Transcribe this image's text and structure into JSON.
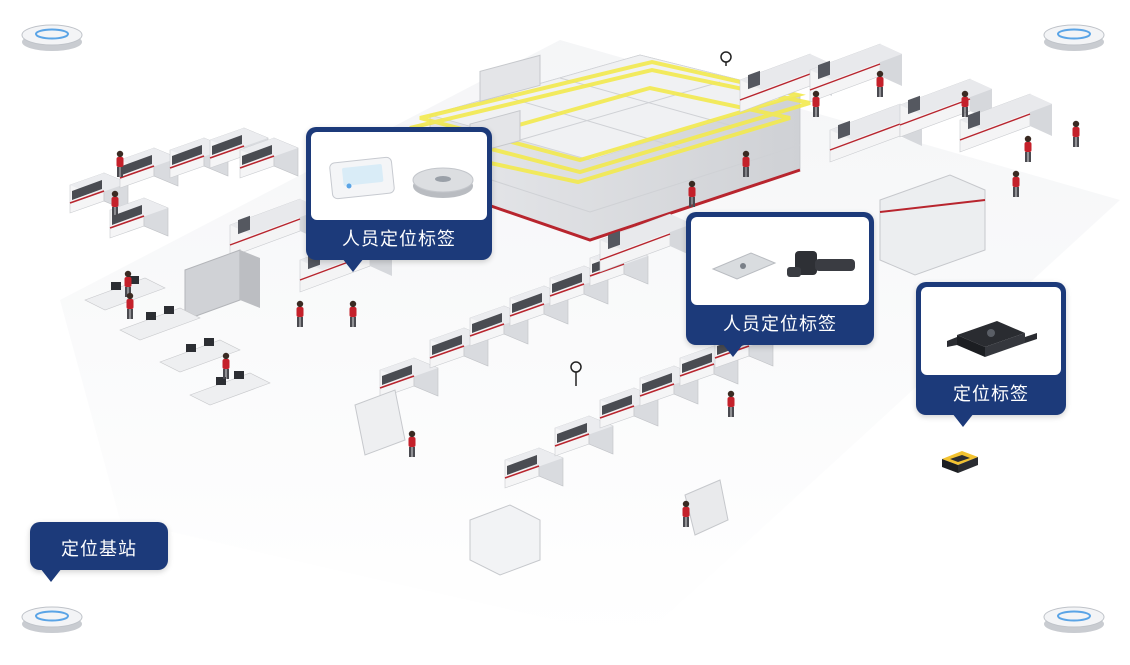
{
  "colors": {
    "callout_blue": "#1c3a7a",
    "zone_yellow": "#f3ea4e",
    "machine_accent_red": "#b8252e",
    "worker_shirt_red": "#c4202a"
  },
  "callouts": {
    "personnel_tag_1": {
      "label": "人员定位标签",
      "items": [
        "badge-card-tag-icon",
        "round-puck-tag-icon"
      ]
    },
    "personnel_tag_2": {
      "label": "人员定位标签",
      "items": [
        "card-tag-icon",
        "wristband-tag-icon"
      ]
    },
    "asset_tag": {
      "label": "定位标签",
      "items": [
        "asset-tag-device-icon"
      ]
    },
    "base_station": {
      "label": "定位基站"
    }
  },
  "base_stations": [
    "top-left",
    "top-right",
    "bottom-left",
    "bottom-right"
  ]
}
